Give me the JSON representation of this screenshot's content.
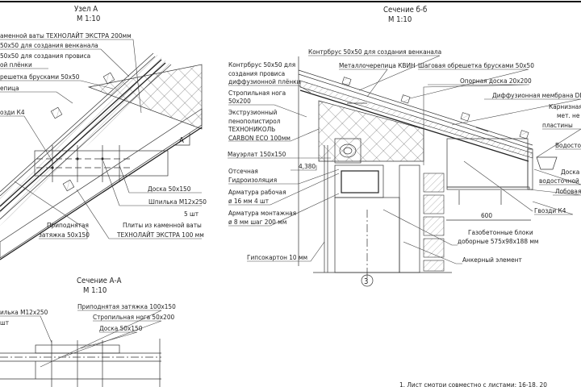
{
  "node_a": {
    "title": "Узел А",
    "scale": "М 1:10",
    "marker": "А",
    "labels": [
      "аменной ваты ТЕХНОЛАЙТ ЭКСТРА 200мм",
      "50х50 для создания венканала",
      "50х50 для создания провиса",
      "ой плёнки",
      "решетка брусками 50х50",
      "епица",
      "озди К4"
    ],
    "board": "Доска 50х150",
    "stud": "Шпилька М12х250",
    "stud_qty": "5 шт",
    "tie_1": "Приподнятая",
    "tie_2": "затяжка 50х150",
    "plates_1": "Плиты из каменной ваты",
    "plates_2": "ТЕХНОЛАЙТ ЭКСТРА 100 мм"
  },
  "section_66": {
    "title": "Сечение б-б",
    "scale": "М 1:10",
    "counterbar_vent": "Контрбрус 50х50 для создания венканала",
    "counterbar_sag": [
      "Контрбрус 50х50 для",
      "создания провиса",
      "диффузионной плёнки"
    ],
    "rafter": [
      "Стропильная нога",
      "50х200"
    ],
    "xps": [
      "Экструзионный",
      "пенополистирол",
      "ТЕХНОНИКОЛЬ",
      "CARBON ECO 100мм"
    ],
    "metal_tile": "Металлочерепица КВИН",
    "battens": "Шаговая обрешетка брусками 50х50",
    "support_board": "Опорная доска 20х200",
    "membrane": "Диффузионная мембрана DEL",
    "eaves": [
      "Карнизная",
      "мет. не",
      "пластины"
    ],
    "gutter": "Водосто",
    "gutter_board": [
      "Доска",
      "водосточной с"
    ],
    "fascia": "Лобовая",
    "nails": "Гвозди К4",
    "dim_600": "600",
    "mauerlat": "Мауэрлат 150х150",
    "level": "4,380",
    "damp": [
      "Отсечная",
      "Гидроизоляция"
    ],
    "rebar_work": [
      "Арматура рабочая",
      "ø 16 мм 4 шт"
    ],
    "rebar_mount": [
      "Арматура монтажная",
      "ø 8 мм шаг 200 мм"
    ],
    "blocks": [
      "Газобетонные блоки",
      "доборные 575х98х188 мм"
    ],
    "drywall": "Гипсокартон 10 мм",
    "anchor": "Анкерный элемент",
    "axis": "3"
  },
  "section_aa": {
    "title": "Сечение А-А",
    "scale": "М 1:10",
    "tie": "Приподнятая затяжка 100х150",
    "stud": "илька М12х250",
    "stud_qty": "шт",
    "rafter": "Стропильная нога 50х200",
    "board": "Доска 50х150"
  },
  "note": "1. Лист смотри совместно с листами: 16-18, 20"
}
